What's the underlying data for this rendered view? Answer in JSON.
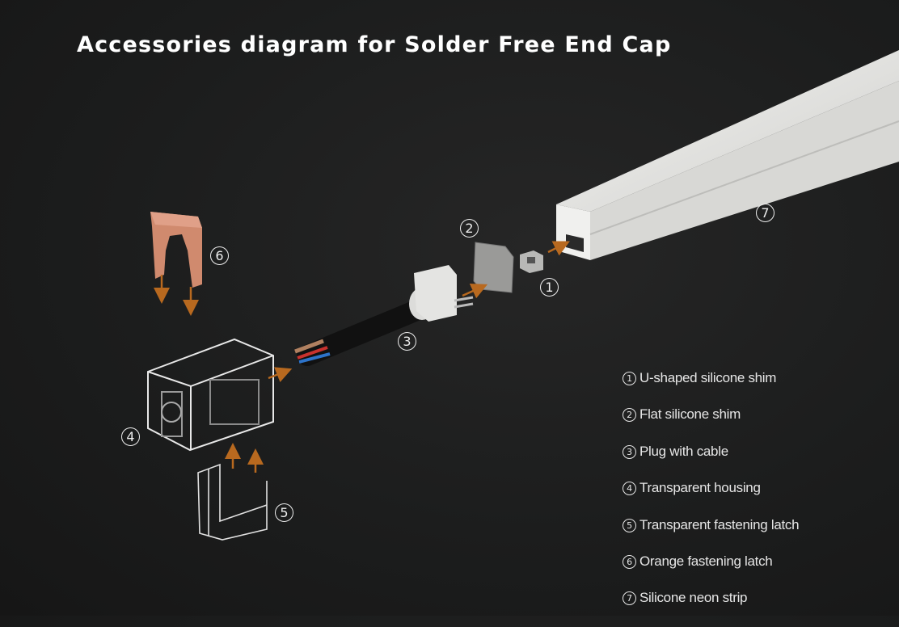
{
  "title": "Accessories diagram for Solder Free End Cap",
  "colors": {
    "arrow": "#b8691f",
    "orange_latch": "#d08a6e",
    "background": "#1c1d1d"
  },
  "markers": [
    "1",
    "2",
    "3",
    "4",
    "5",
    "6",
    "7"
  ],
  "legend": [
    {
      "num": "1",
      "label": "U-shaped silicone shim"
    },
    {
      "num": "2",
      "label": "Flat silicone shim"
    },
    {
      "num": "3",
      "label": "Plug with cable"
    },
    {
      "num": "4",
      "label": "Transparent housing"
    },
    {
      "num": "5",
      "label": "Transparent fastening latch"
    },
    {
      "num": "6",
      "label": "Orange fastening latch"
    },
    {
      "num": "7",
      "label": "Silicone neon strip"
    }
  ]
}
